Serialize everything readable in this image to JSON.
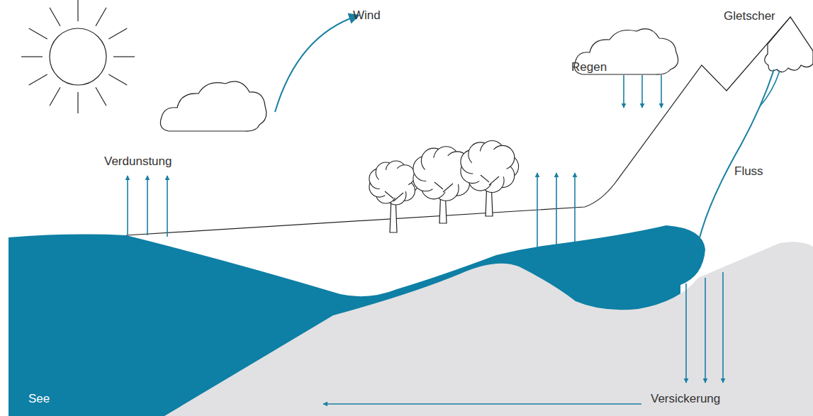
{
  "diagram": {
    "labels": [
      "Wind",
      "Gletscher",
      "Regen",
      "Verdunstung",
      "Fluss",
      "See",
      "Versickerung"
    ]
  }
}
